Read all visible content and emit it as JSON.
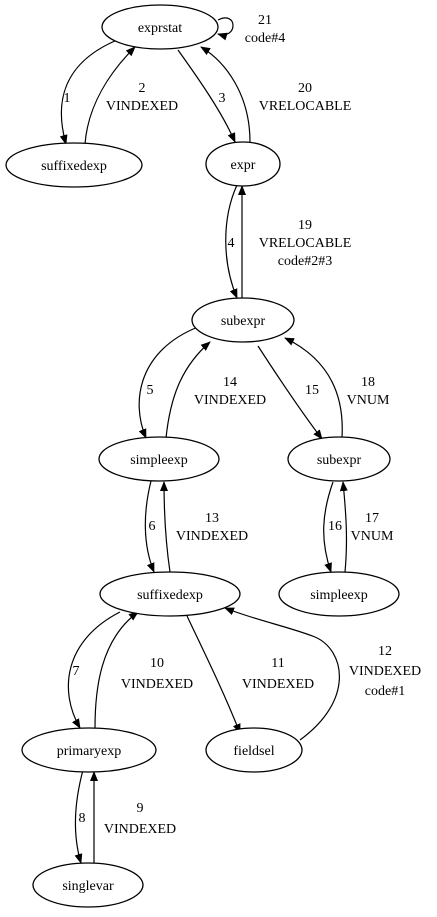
{
  "nodes": {
    "exprstat": "exprstat",
    "suffixedexp_top": "suffixedexp",
    "expr": "expr",
    "subexpr_main": "subexpr",
    "simpleexp_left": "simpleexp",
    "subexpr_right": "subexpr",
    "suffixedexp_mid": "suffixedexp",
    "simpleexp_right": "simpleexp",
    "primaryexp": "primaryexp",
    "fieldsel": "fieldsel",
    "singlevar": "singlevar"
  },
  "edges": {
    "e1": {
      "step": "1"
    },
    "e2": {
      "step": "2",
      "kind": "VINDEXED"
    },
    "e3": {
      "step": "3"
    },
    "e4": {
      "step": "4"
    },
    "e5": {
      "step": "5"
    },
    "e6": {
      "step": "6"
    },
    "e7": {
      "step": "7"
    },
    "e8": {
      "step": "8"
    },
    "e9": {
      "step": "9",
      "kind": "VINDEXED"
    },
    "e10": {
      "step": "10",
      "kind": "VINDEXED"
    },
    "e11": {
      "step": "11",
      "kind": "VINDEXED"
    },
    "e12": {
      "step": "12",
      "kind": "VINDEXED",
      "code": "code#1"
    },
    "e13": {
      "step": "13",
      "kind": "VINDEXED"
    },
    "e14": {
      "step": "14",
      "kind": "VINDEXED"
    },
    "e15": {
      "step": "15"
    },
    "e16": {
      "step": "16"
    },
    "e17": {
      "step": "17",
      "kind": "VNUM"
    },
    "e18": {
      "step": "18",
      "kind": "VNUM"
    },
    "e19": {
      "step": "19",
      "kind": "VRELOCABLE",
      "code": "code#2#3"
    },
    "e20": {
      "step": "20",
      "kind": "VRELOCABLE"
    },
    "e21": {
      "step": "21",
      "code": "code#4"
    }
  }
}
